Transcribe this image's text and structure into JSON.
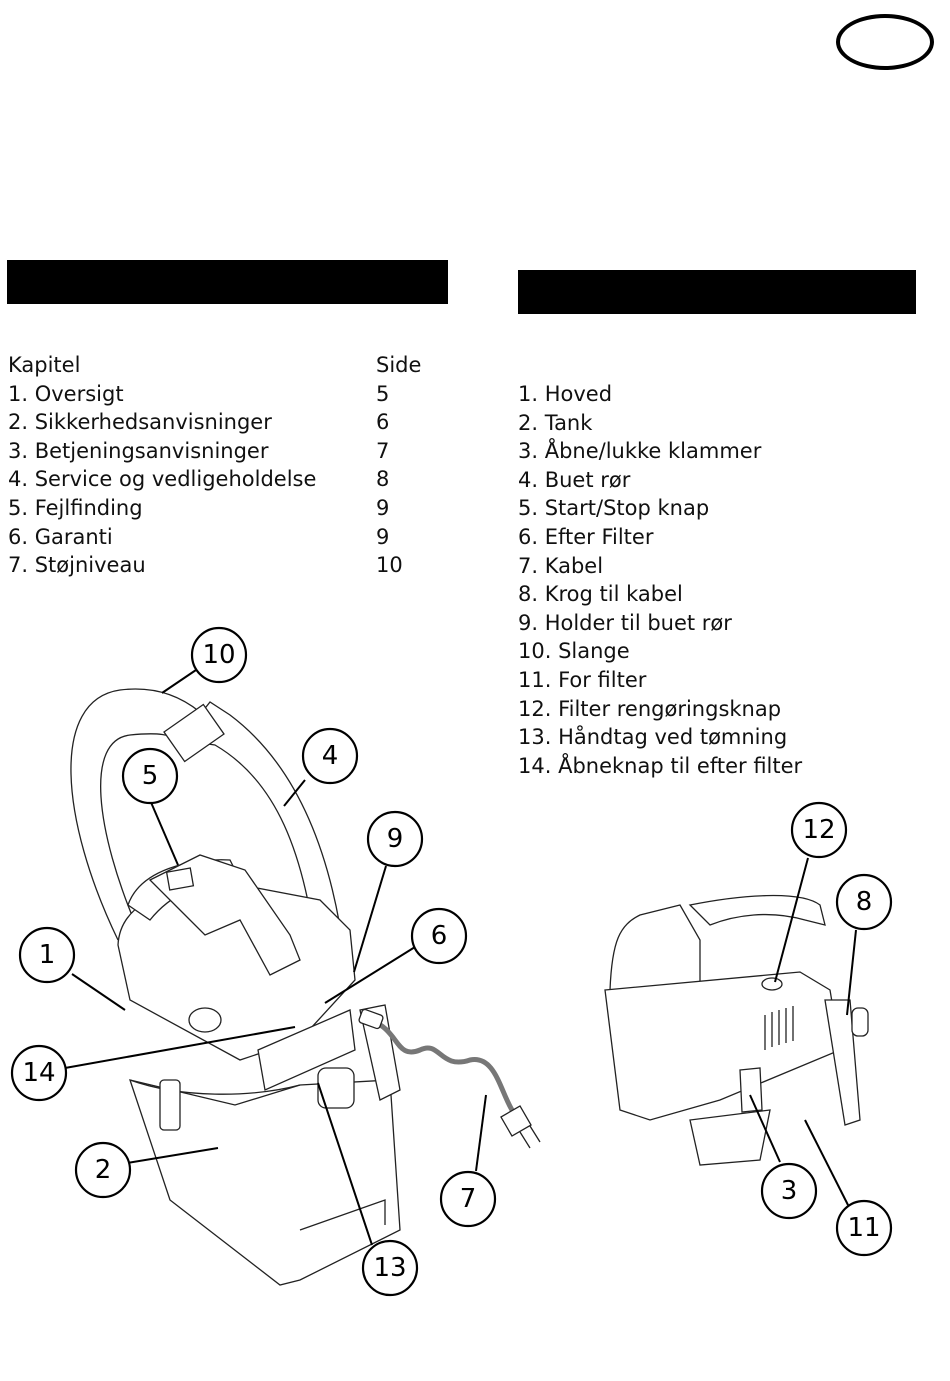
{
  "toc": {
    "header": {
      "chapter": "Kapitel",
      "page": "Side"
    },
    "items": [
      {
        "label": "1. Oversigt",
        "page": "5"
      },
      {
        "label": "2. Sikkerhedsanvisninger",
        "page": "6"
      },
      {
        "label": "3. Betjeningsanvisninger",
        "page": "7"
      },
      {
        "label": "4. Service og vedligeholdelse",
        "page": "8"
      },
      {
        "label": "5. Fejlfinding",
        "page": "9"
      },
      {
        "label": "6. Garanti",
        "page": "9"
      },
      {
        "label": "7. Støjniveau",
        "page": "10"
      }
    ]
  },
  "parts": {
    "items": [
      "1. Hoved",
      "2. Tank",
      "3. Åbne/lukke klammer",
      "4. Buet rør",
      "5. Start/Stop knap",
      "6. Efter Filter",
      "7. Kabel",
      "8. Krog til kabel",
      "9. Holder til buet rør",
      "10. Slange",
      "11. For filter",
      "12. Filter rengøringsknap",
      "13. Håndtag ved tømning",
      "14. Åbneknap til efter filter"
    ]
  },
  "diagram": {
    "callouts_main": [
      "10",
      "4",
      "5",
      "9",
      "6",
      "1",
      "14",
      "2",
      "7",
      "13"
    ],
    "callouts_side": [
      "12",
      "8",
      "3",
      "11"
    ]
  },
  "colors": {
    "bar": "#000000",
    "hose": "#777777"
  }
}
